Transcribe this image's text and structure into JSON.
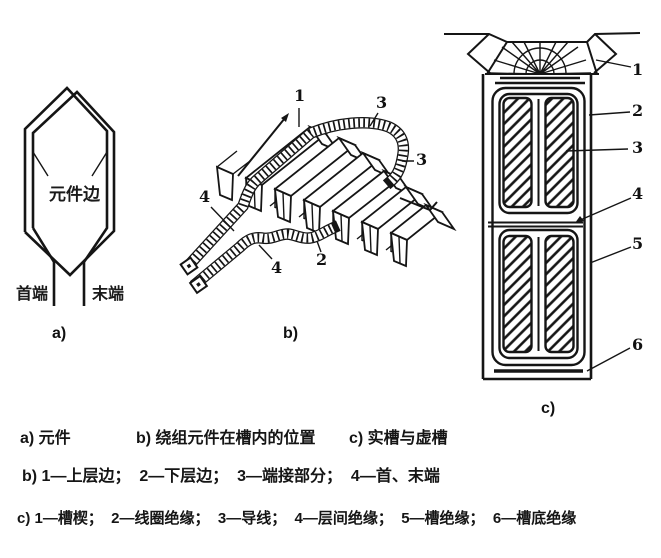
{
  "figure_a": {
    "label": "a)",
    "coil_side": "元件边",
    "lead_start": "首端",
    "lead_end": "末端"
  },
  "figure_b": {
    "label": "b)",
    "callouts": {
      "upper_layer_side": "1",
      "lower_layer_side": "2",
      "end_connection_top": "3",
      "end_connection_right": "3",
      "lead_terminals": "4",
      "lead_terminals_bottom": "4"
    }
  },
  "figure_c": {
    "label": "c)",
    "callouts": {
      "slot_wedge": "1",
      "coil_insulation": "2",
      "conductor": "3",
      "interlayer_insulation": "4",
      "slot_insulation": "5",
      "slot_bottom_insulation": "6"
    }
  },
  "captions": {
    "line1_a": "a) 元件",
    "line1_b": "b) 绕组元件在槽内的位置",
    "line1_c": "c) 实槽与虚槽",
    "line2": "b) 1—上层边；  2—下层边；  3—端接部分；  4—首、末端",
    "line3": "c) 1—槽楔；  2—线圈绝缘；  3—导线；  4—层间绝缘；  5—槽绝缘；  6—槽底绝缘"
  },
  "colors": {
    "ink": "#151515",
    "background": "#ffffff"
  }
}
